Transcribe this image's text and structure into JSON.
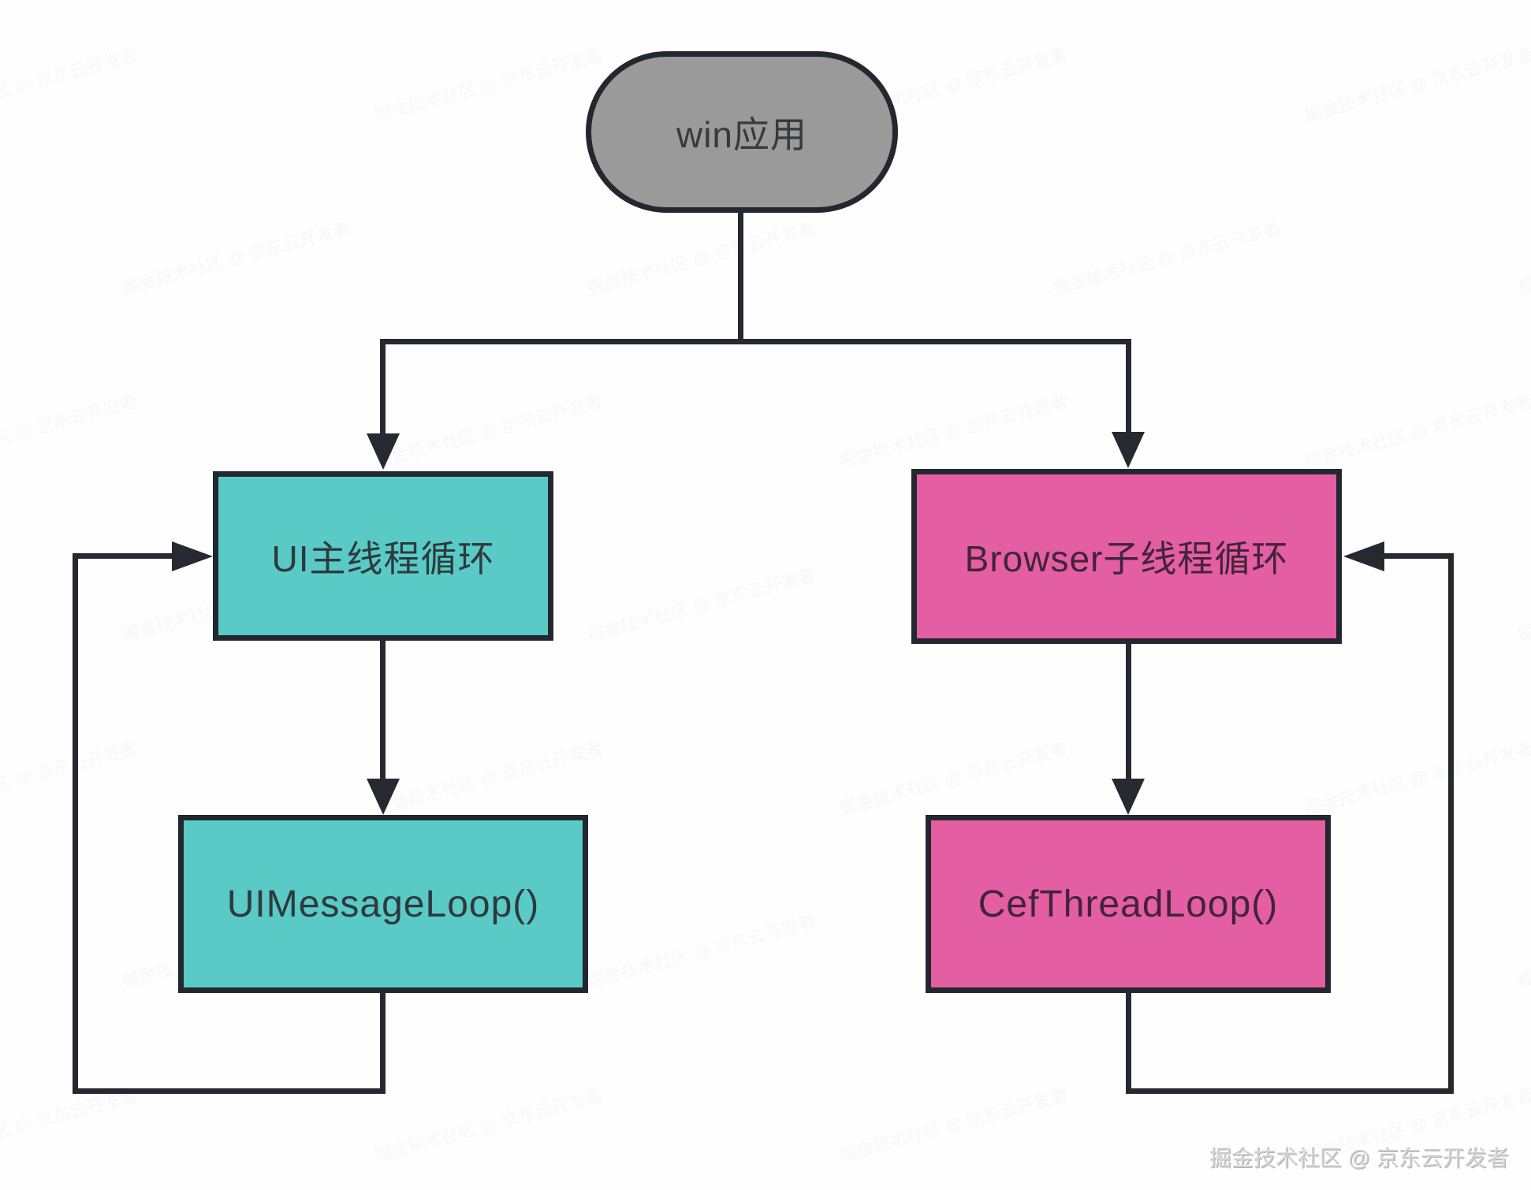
{
  "diagram": {
    "nodes": {
      "win_app": {
        "label": "win应用",
        "shape": "stadium",
        "fill": "#9a9a9a"
      },
      "ui_main_loop": {
        "label": "UI主线程循环",
        "shape": "rectangle",
        "fill": "#5acac7"
      },
      "browser_thread_loop": {
        "label": "Browser子线程循环",
        "shape": "rectangle",
        "fill": "#e45ea4"
      },
      "ui_message_loop": {
        "label": "UIMessageLoop()",
        "shape": "rectangle",
        "fill": "#5acac7"
      },
      "cef_thread_loop": {
        "label": "CefThreadLoop()",
        "shape": "rectangle",
        "fill": "#e45ea4"
      }
    },
    "edges": [
      {
        "from": "win_app",
        "to": "ui_main_loop",
        "type": "arrow"
      },
      {
        "from": "win_app",
        "to": "browser_thread_loop",
        "type": "arrow"
      },
      {
        "from": "ui_main_loop",
        "to": "ui_message_loop",
        "type": "arrow"
      },
      {
        "from": "browser_thread_loop",
        "to": "cef_thread_loop",
        "type": "arrow"
      },
      {
        "from": "ui_message_loop",
        "to": "ui_main_loop",
        "type": "loop-back-left"
      },
      {
        "from": "cef_thread_loop",
        "to": "browser_thread_loop",
        "type": "loop-back-right"
      }
    ],
    "colors": {
      "line": "#26292f",
      "node_border": "#23272e",
      "background": "#fefefe"
    }
  },
  "watermark": {
    "credit": "掘金技术社区 @ 京东云开发者",
    "tile_text": "掘金技术社区 @ 京东云开发者"
  }
}
